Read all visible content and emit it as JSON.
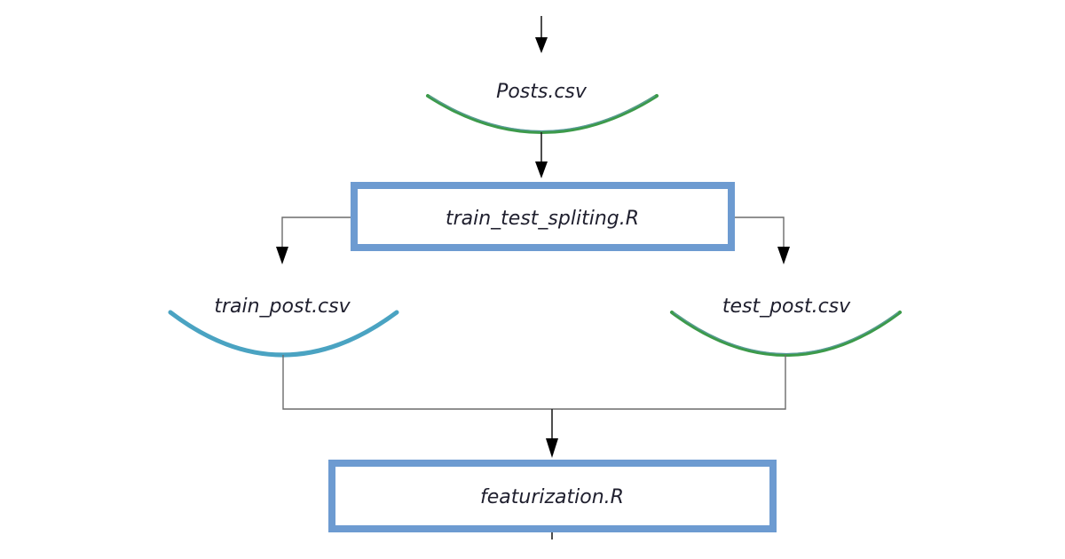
{
  "diagram": {
    "nodes": {
      "posts": {
        "label": "Posts.csv",
        "kind": "data",
        "color": "#3c9a4a"
      },
      "split": {
        "label": "train_test_spliting.R",
        "kind": "process",
        "color": "#6d9bd1"
      },
      "train": {
        "label": "train_post.csv",
        "kind": "data",
        "color": "#4aa3c2"
      },
      "test": {
        "label": "test_post.csv",
        "kind": "data",
        "color": "#3c9a4a"
      },
      "feat": {
        "label": "featurization.R",
        "kind": "process",
        "color": "#6d9bd1"
      }
    },
    "edges": [
      {
        "from": "(above)",
        "to": "posts"
      },
      {
        "from": "posts",
        "to": "split"
      },
      {
        "from": "split",
        "to": "train"
      },
      {
        "from": "split",
        "to": "test"
      },
      {
        "from": "train",
        "to": "feat"
      },
      {
        "from": "test",
        "to": "feat"
      },
      {
        "from": "feat",
        "to": "(below)"
      }
    ]
  }
}
